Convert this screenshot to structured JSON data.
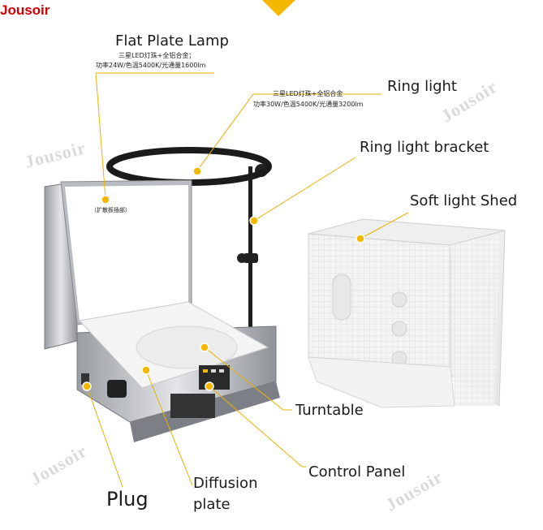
{
  "brand": "Jousoir",
  "watermark": "Jousoir",
  "labels": {
    "flat_plate_lamp": "Flat Plate Lamp",
    "flat_plate_spec_line1": "三星LED灯珠+全铝合金；",
    "flat_plate_spec_line2": "功率24W/色温5400K/光通量1600lm",
    "ring_light": "Ring light",
    "ring_light_spec_line1": "三星LED灯珠+全铝合金",
    "ring_light_spec_line2": "功率30W/色温5400K/光通量3200lm",
    "ring_light_bracket": "Ring light bracket",
    "soft_light_shed": "Soft light Shed",
    "diffuser_note": "（扩散板插部）",
    "turntable": "Turntable",
    "control_panel": "Control Panel",
    "plug": "Plug",
    "diffusion_plate_line1": "Diffusion",
    "diffusion_plate_line2": "plate"
  },
  "colors": {
    "accent": "#f5b800",
    "brand": "#d40000",
    "leader": "#e8b200"
  }
}
